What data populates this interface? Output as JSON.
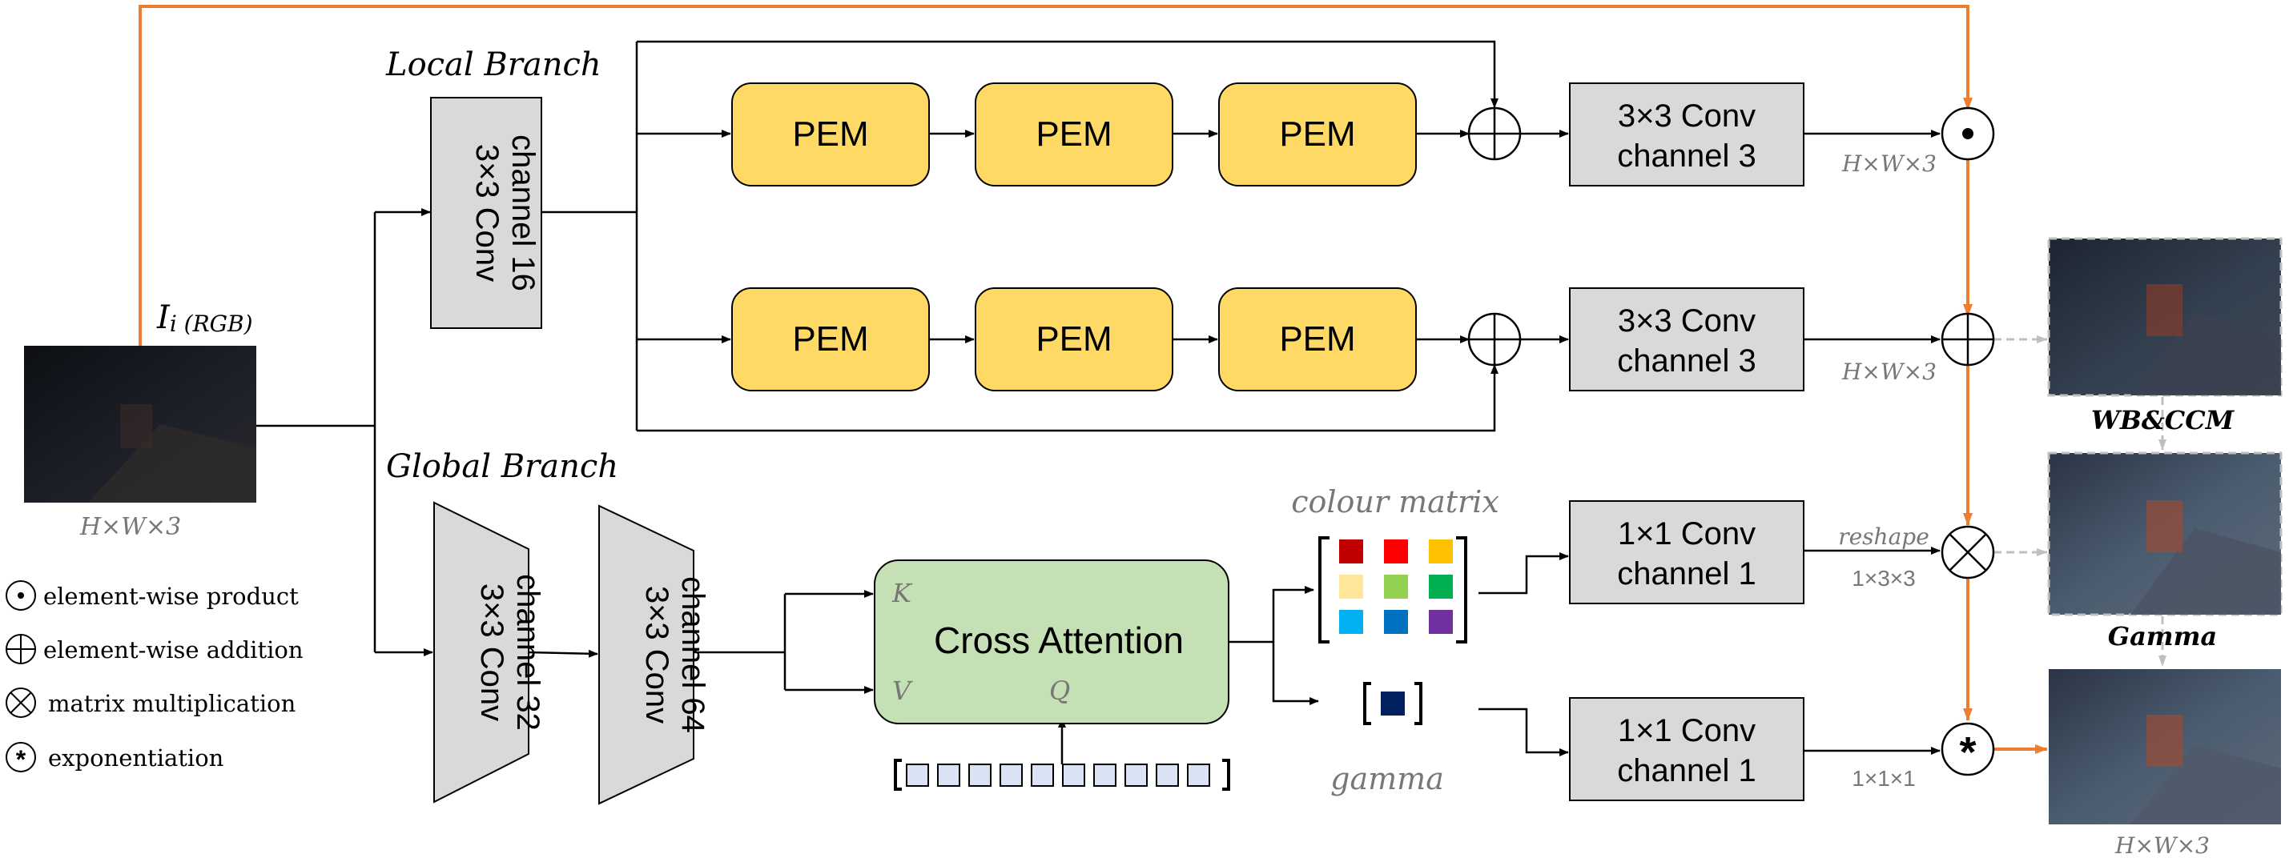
{
  "input": {
    "label_main": "I",
    "label_sub": "i (RGB)",
    "dims": "H×W×3"
  },
  "local_branch": {
    "title": "Local Branch",
    "conv": [
      "3×3 Conv",
      "channel 16"
    ],
    "pem_label": "PEM",
    "row1_conv": [
      "3×3 Conv",
      "channel 3"
    ],
    "row1_dims": "H×W×3",
    "row2_conv": [
      "3×3 Conv",
      "channel 3"
    ],
    "row2_dims": "H×W×3"
  },
  "global_branch": {
    "title": "Global Branch",
    "conv1": [
      "3×3 Conv",
      "channel 32"
    ],
    "conv2": [
      "3×3 Conv",
      "channel 64"
    ],
    "attention": {
      "label": "Cross Attention",
      "k": "K",
      "v": "V",
      "q": "Q"
    },
    "colour_matrix_label": "colour matrix",
    "colour_matrix_colors": [
      "#c00000",
      "#ff0000",
      "#ffc000",
      "#ffe699",
      "#92d050",
      "#00b050",
      "#00b0f0",
      "#0070c0",
      "#7030a0"
    ],
    "gamma_label": "gamma",
    "gamma_color": "#002060",
    "query_token_color": "#dae3f3",
    "row3_conv": [
      "1×1 Conv",
      "channel 1"
    ],
    "row3_reshape": "reshape",
    "row3_dims": "1×3×3",
    "row4_conv": [
      "1×1 Conv",
      "channel 1"
    ],
    "row4_dims": "1×1×1"
  },
  "outputs": {
    "wb_ccm": "WB&CCM",
    "gamma": "Gamma",
    "final_dims": "H×W×3"
  },
  "legend": [
    {
      "symbol": "dot",
      "label": "element-wise product"
    },
    {
      "symbol": "plus",
      "label": "element-wise addition"
    },
    {
      "symbol": "times",
      "label": "matrix multiplication"
    },
    {
      "symbol": "star",
      "label": "exponentiation"
    }
  ],
  "colors": {
    "pem_fill": "#ffd966",
    "conv_fill": "#d9d9d9",
    "attention_fill": "#c5e0b4",
    "orange": "#ed7d31",
    "gray_dashed": "#bfbfbf"
  }
}
